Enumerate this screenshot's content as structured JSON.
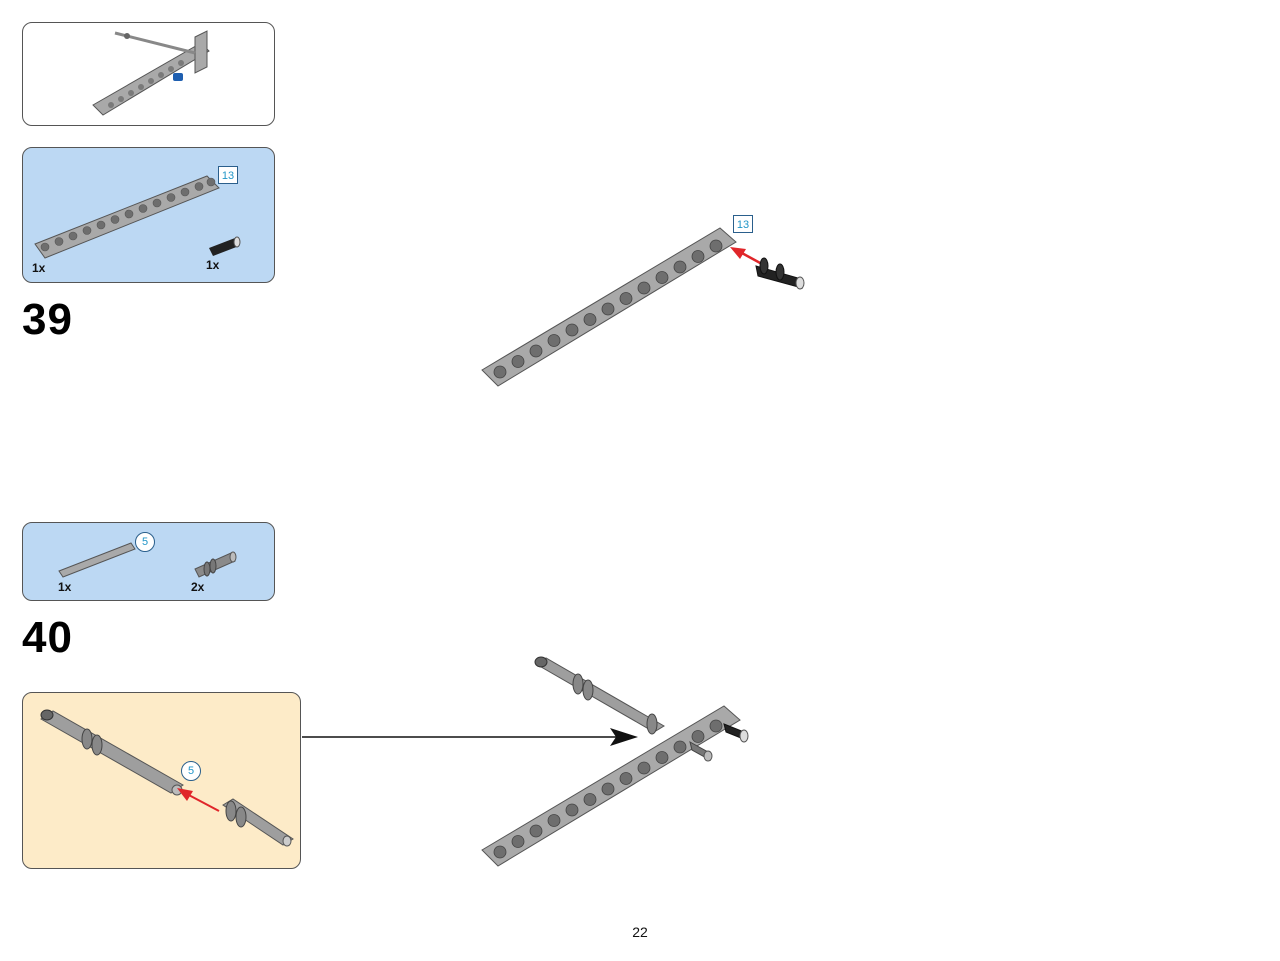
{
  "page_number": "22",
  "top_panel": {
    "caption": ""
  },
  "step39": {
    "number": "39",
    "parts": [
      {
        "name": "beam-13",
        "qty": "1x",
        "callout": "13"
      },
      {
        "name": "connector-pin",
        "qty": "1x"
      }
    ],
    "main_callout": "13"
  },
  "step40": {
    "number": "40",
    "parts": [
      {
        "name": "axle-5",
        "qty": "1x",
        "callout": "5"
      },
      {
        "name": "axle-pin",
        "qty": "2x"
      }
    ],
    "subassembly_callout": "5"
  },
  "colors": {
    "beam": "#a9a9a9",
    "part_panel_bg": "#bcd8f3",
    "subassembly_bg": "#fdebc8",
    "arrow": "#e0262a",
    "callout_text": "#2196c8",
    "blue_pin": "#1f5fb0"
  }
}
